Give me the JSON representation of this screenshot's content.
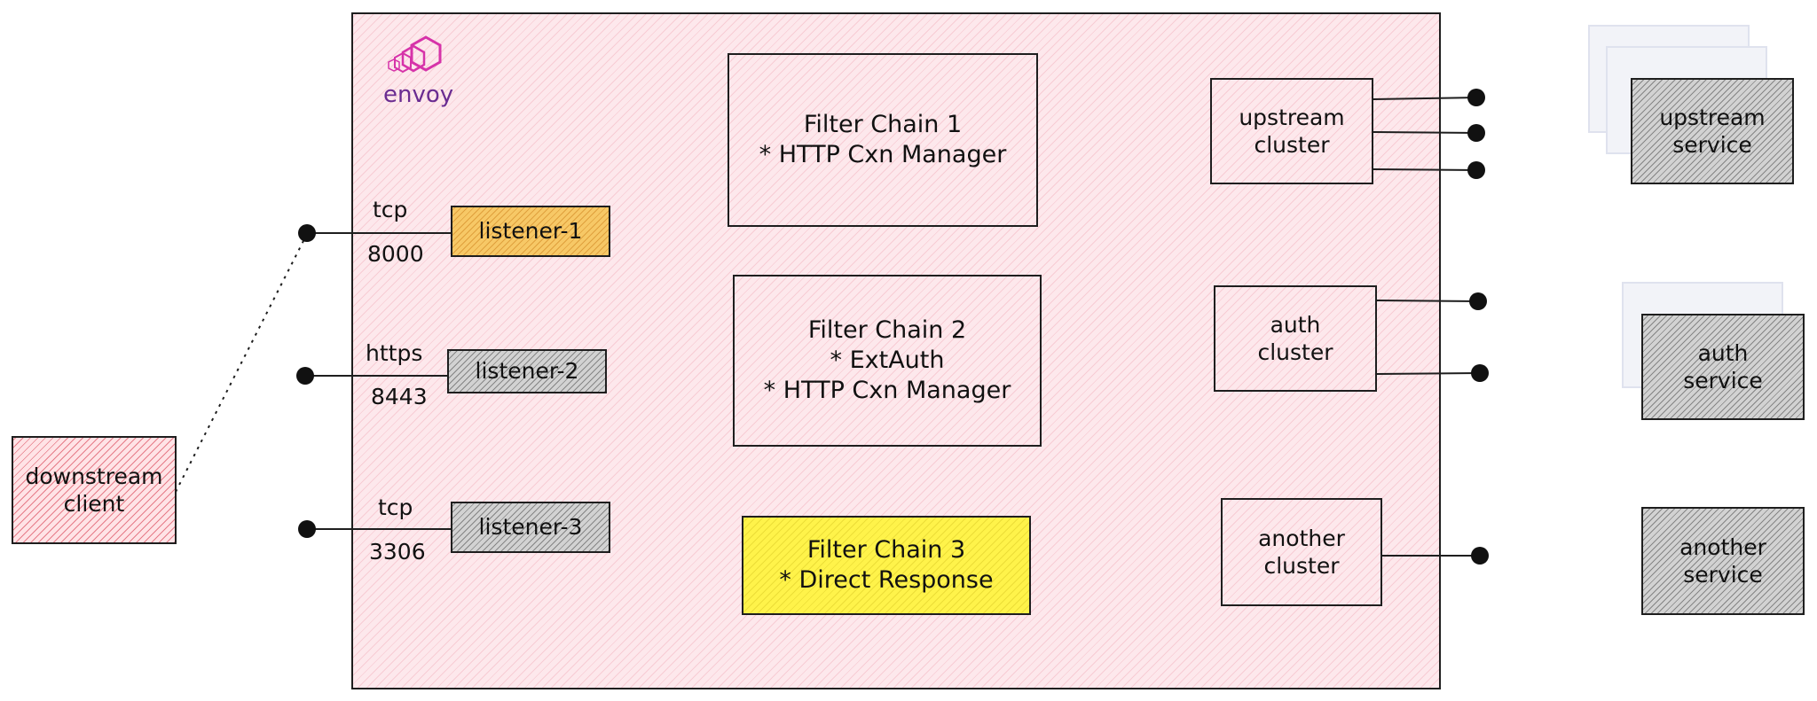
{
  "envoy": {
    "brand_text": "envoy"
  },
  "downstream_client": {
    "line1": "downstream",
    "line2": "client"
  },
  "listeners": [
    {
      "name": "listener-1",
      "protocol": "tcp",
      "port": "8000"
    },
    {
      "name": "listener-2",
      "protocol": "https",
      "port": "8443"
    },
    {
      "name": "listener-3",
      "protocol": "tcp",
      "port": "3306"
    }
  ],
  "filter_chains": [
    {
      "title": "Filter Chain 1",
      "items": [
        "* HTTP Cxn Manager"
      ]
    },
    {
      "title": "Filter Chain 2",
      "items": [
        "* ExtAuth",
        "* HTTP Cxn Manager"
      ]
    },
    {
      "title": "Filter Chain 3",
      "items": [
        "* Direct Response"
      ]
    }
  ],
  "clusters": [
    {
      "line1": "upstream",
      "line2": "cluster"
    },
    {
      "line1": "auth",
      "line2": "cluster"
    },
    {
      "line1": "another",
      "line2": "cluster"
    }
  ],
  "services": [
    {
      "line1": "upstream",
      "line2": "service"
    },
    {
      "line1": "auth",
      "line2": "service"
    },
    {
      "line1": "another",
      "line2": "service"
    }
  ],
  "colors": {
    "envoy_container": "#fde8ec",
    "downstream_client": "#ffe3e6",
    "listener_active": "#f7c866",
    "filter_chain_active": "#fff34a",
    "grey_box": "#cfcfcf",
    "brand_magenta": "#d633a9",
    "brand_purple": "#6a2c91"
  }
}
